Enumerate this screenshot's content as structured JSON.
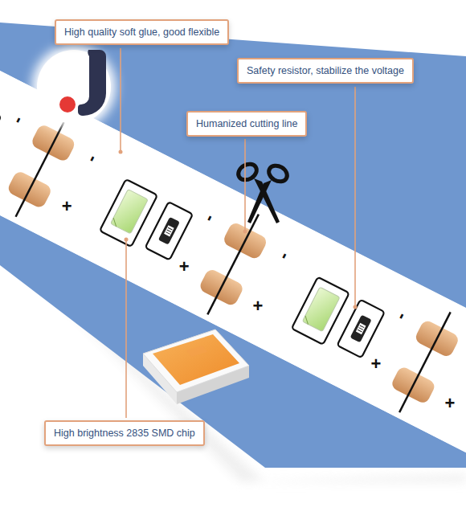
{
  "diagram": {
    "nodes": [
      {
        "text": [
          "High quality soft glue, good flexible"
        ]
      },
      {
        "text": [
          "Safety resistor, stabilize the voltage"
        ]
      },
      {
        "text": [
          "Humanized cutting line"
        ]
      },
      {
        "text": [
          "High brightness 2835 SMD chip"
        ]
      }
    ],
    "labels": [
      "-",
      "-",
      "+",
      "-",
      "+",
      "-",
      "+",
      "-",
      "+",
      "+"
    ]
  }
}
